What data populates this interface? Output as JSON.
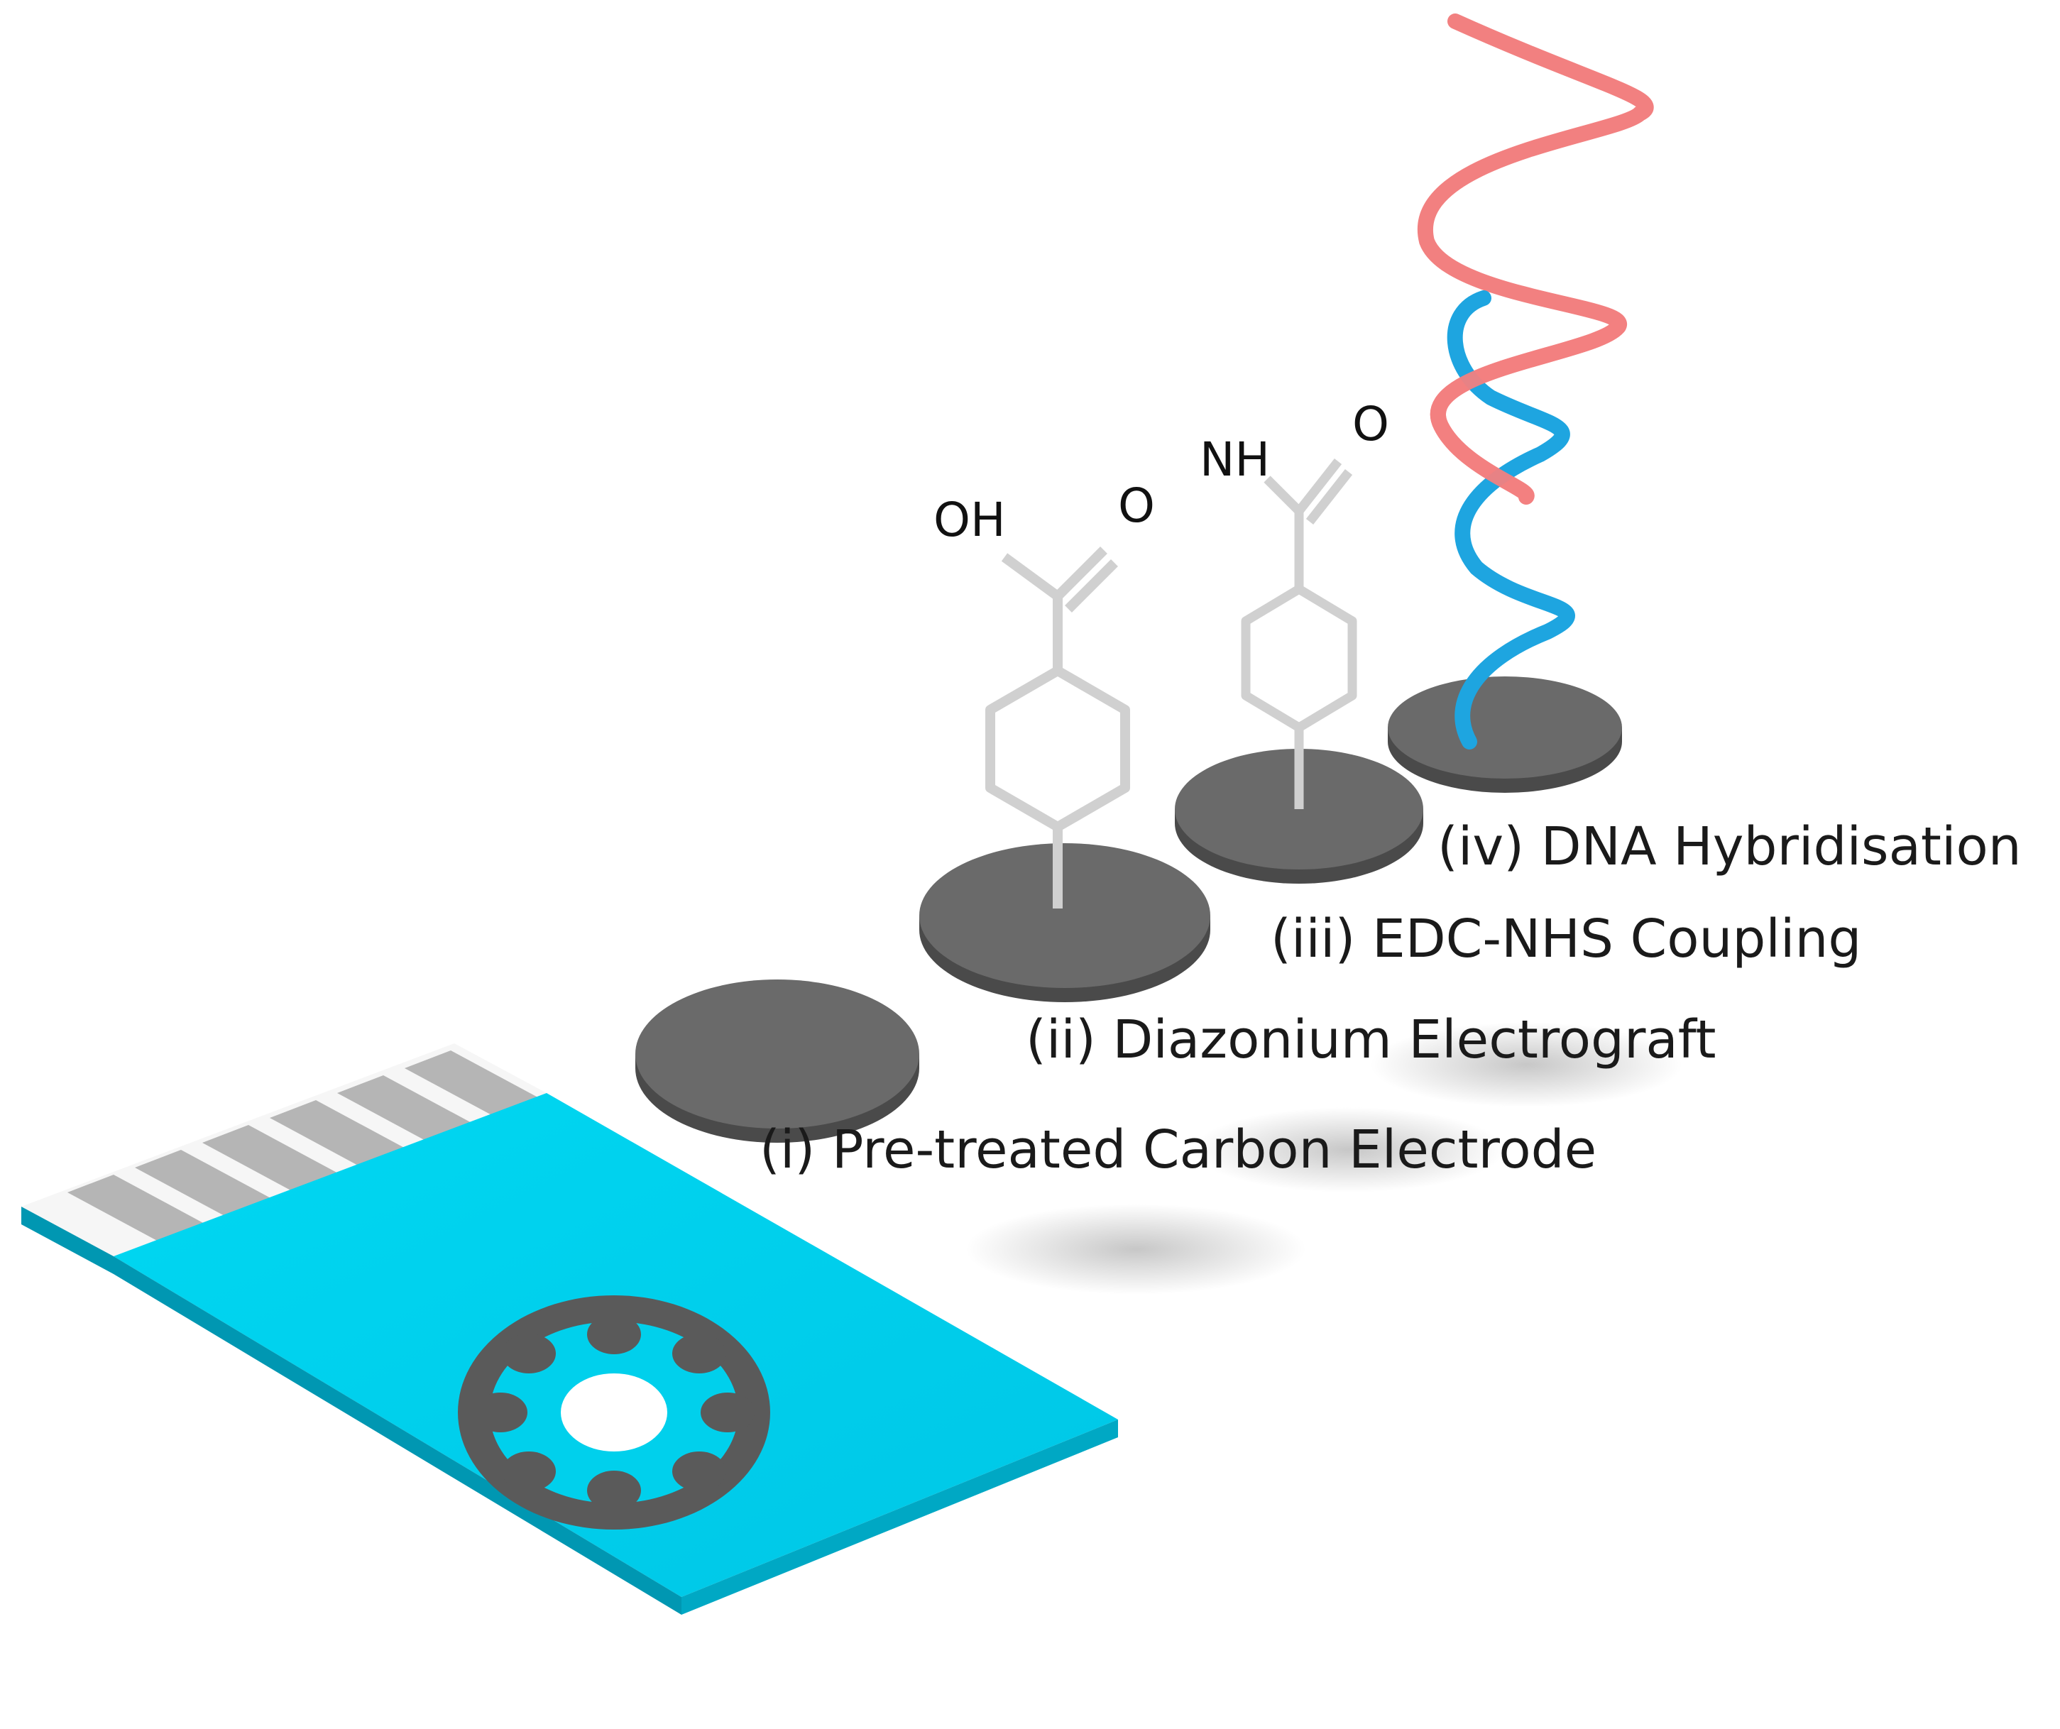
{
  "steps": [
    {
      "label": "(i) Pre-treated Carbon Electrode"
    },
    {
      "label": "(ii) Diazonium Electrograft"
    },
    {
      "label": "(iii) EDC-NHS Coupling"
    },
    {
      "label": "(iv) DNA Hybridisation"
    }
  ],
  "molecules": {
    "carboxyl": {
      "oh": "OH",
      "o": "O"
    },
    "amide": {
      "nh": "NH",
      "o": "O"
    }
  },
  "colors": {
    "strip": "#00d4f0",
    "electrode": "#5c5c5c",
    "linker": "#d0d0d0",
    "dna_probe": "#1ea5e0",
    "dna_target": "#f28080"
  }
}
